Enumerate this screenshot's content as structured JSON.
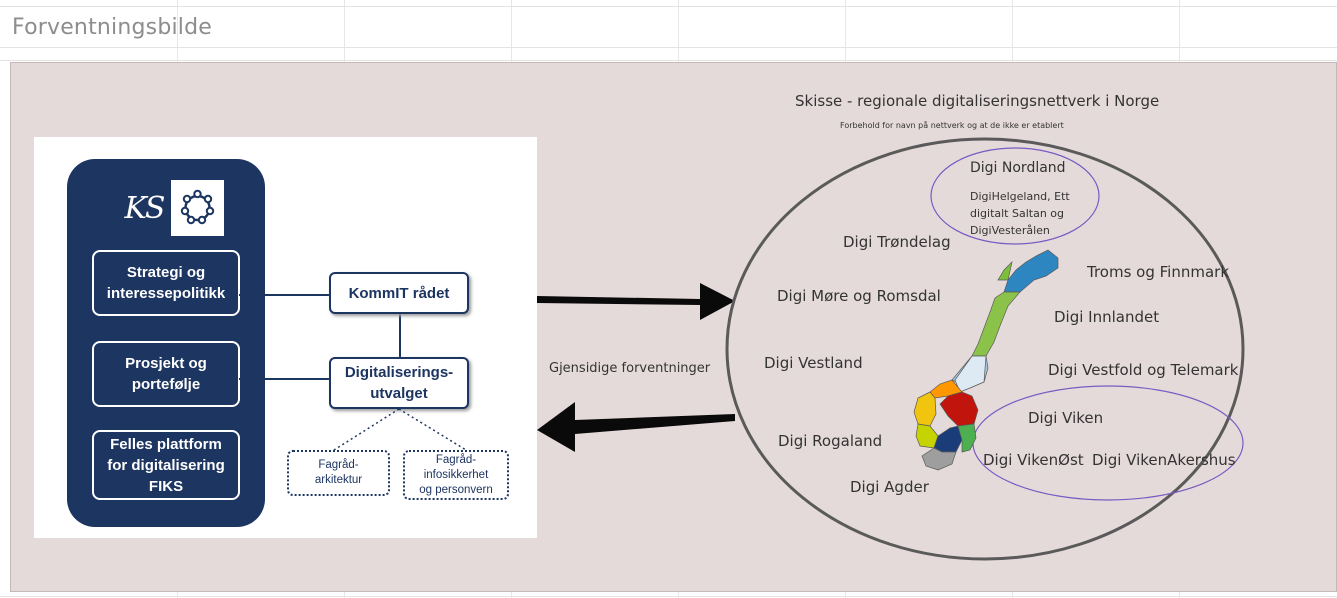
{
  "sheet": {
    "title": "Forventningsbilde"
  },
  "org_chart": {
    "logo": {
      "text": "KS",
      "ring_icon": "network-ring-icon"
    },
    "left_boxes": [
      {
        "label": "Strategi og\ninteressepolitikk"
      },
      {
        "label": "Prosjekt og\nportefølje"
      },
      {
        "label": "Felles plattform\nfor digitalisering\nFIKS"
      }
    ],
    "kommit": {
      "label": "KommIT rådet"
    },
    "utvalget": {
      "label": "Digitaliserings-\nutvalget"
    },
    "fagrad_arkitektur": {
      "label": "Fagråd-\narkitektur"
    },
    "fagrad_infosikkerhet": {
      "label": "Fagråd-\ninfosikkerhet\nog personvern"
    },
    "colors": {
      "navy": "#1d3561"
    }
  },
  "arrows": {
    "middle_label": "Gjensidige forventninger"
  },
  "norway": {
    "title": "Skisse - regionale digitaliseringsnettverk i Norge",
    "subtitle": "Forbehold for navn på nettverk og at de ikke er etablert",
    "nordland": {
      "label": "Digi Nordland",
      "sub": "DigiHelgeland, Ett\ndigitalt Saltan og\nDigiVesterålen"
    },
    "regions": {
      "trondelag": "Digi Trøndelag",
      "troms": "Troms og Finnmark",
      "more": "Digi Møre og Romsdal",
      "innlandet": "Digi Innlandet",
      "vestland": "Digi Vestland",
      "vestfold": "Digi Vestfold og Telemark",
      "viken": "Digi Viken",
      "rogaland": "Digi Rogaland",
      "vikenost": "Digi VikenØst",
      "vikenakershus": "Digi VikenAkershus",
      "agder": "Digi Agder"
    },
    "colors": {
      "ellipse": "#5a5a5a",
      "purple": "#7a5ac2"
    }
  }
}
